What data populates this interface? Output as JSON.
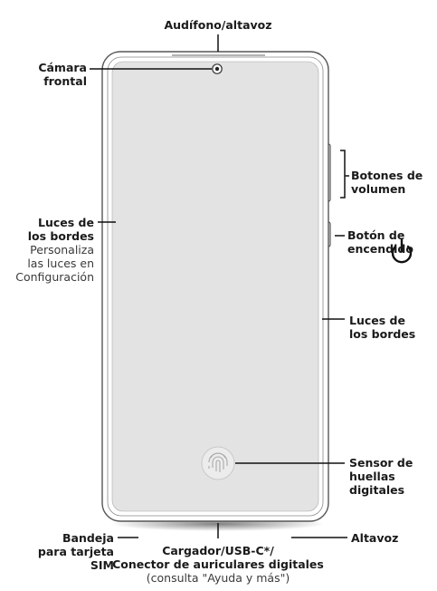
{
  "labels": {
    "earpiece": "Audífono/altavoz",
    "front_camera": [
      "Cámara",
      "frontal"
    ],
    "volume_buttons": [
      "Botones de",
      "volumen"
    ],
    "edge_lights_left": [
      "Luces de",
      "los bordes"
    ],
    "edge_lights_left_note": [
      "Personaliza",
      "las luces en",
      "Configuración"
    ],
    "power_button": [
      "Botón de",
      "encendido"
    ],
    "edge_lights_right": [
      "Luces de",
      "los bordes"
    ],
    "fingerprint": [
      "Sensor de",
      "huellas",
      "digitales"
    ],
    "sim_tray": [
      "Bandeja",
      "para tarjeta",
      "SIM"
    ],
    "speaker": "Altavoz",
    "charger": [
      "Cargador/USB-C*/",
      "Conector de auriculares digitales"
    ],
    "charger_note": "(consulta \"Ayuda y más\")"
  },
  "icons": {
    "power": "power-icon",
    "fingerprint": "fingerprint-icon",
    "camera": "camera-icon"
  },
  "colors": {
    "phone_body": "#ffffff",
    "screen": "#e3e3e3",
    "outline": "#555555",
    "leader": "#111111"
  }
}
